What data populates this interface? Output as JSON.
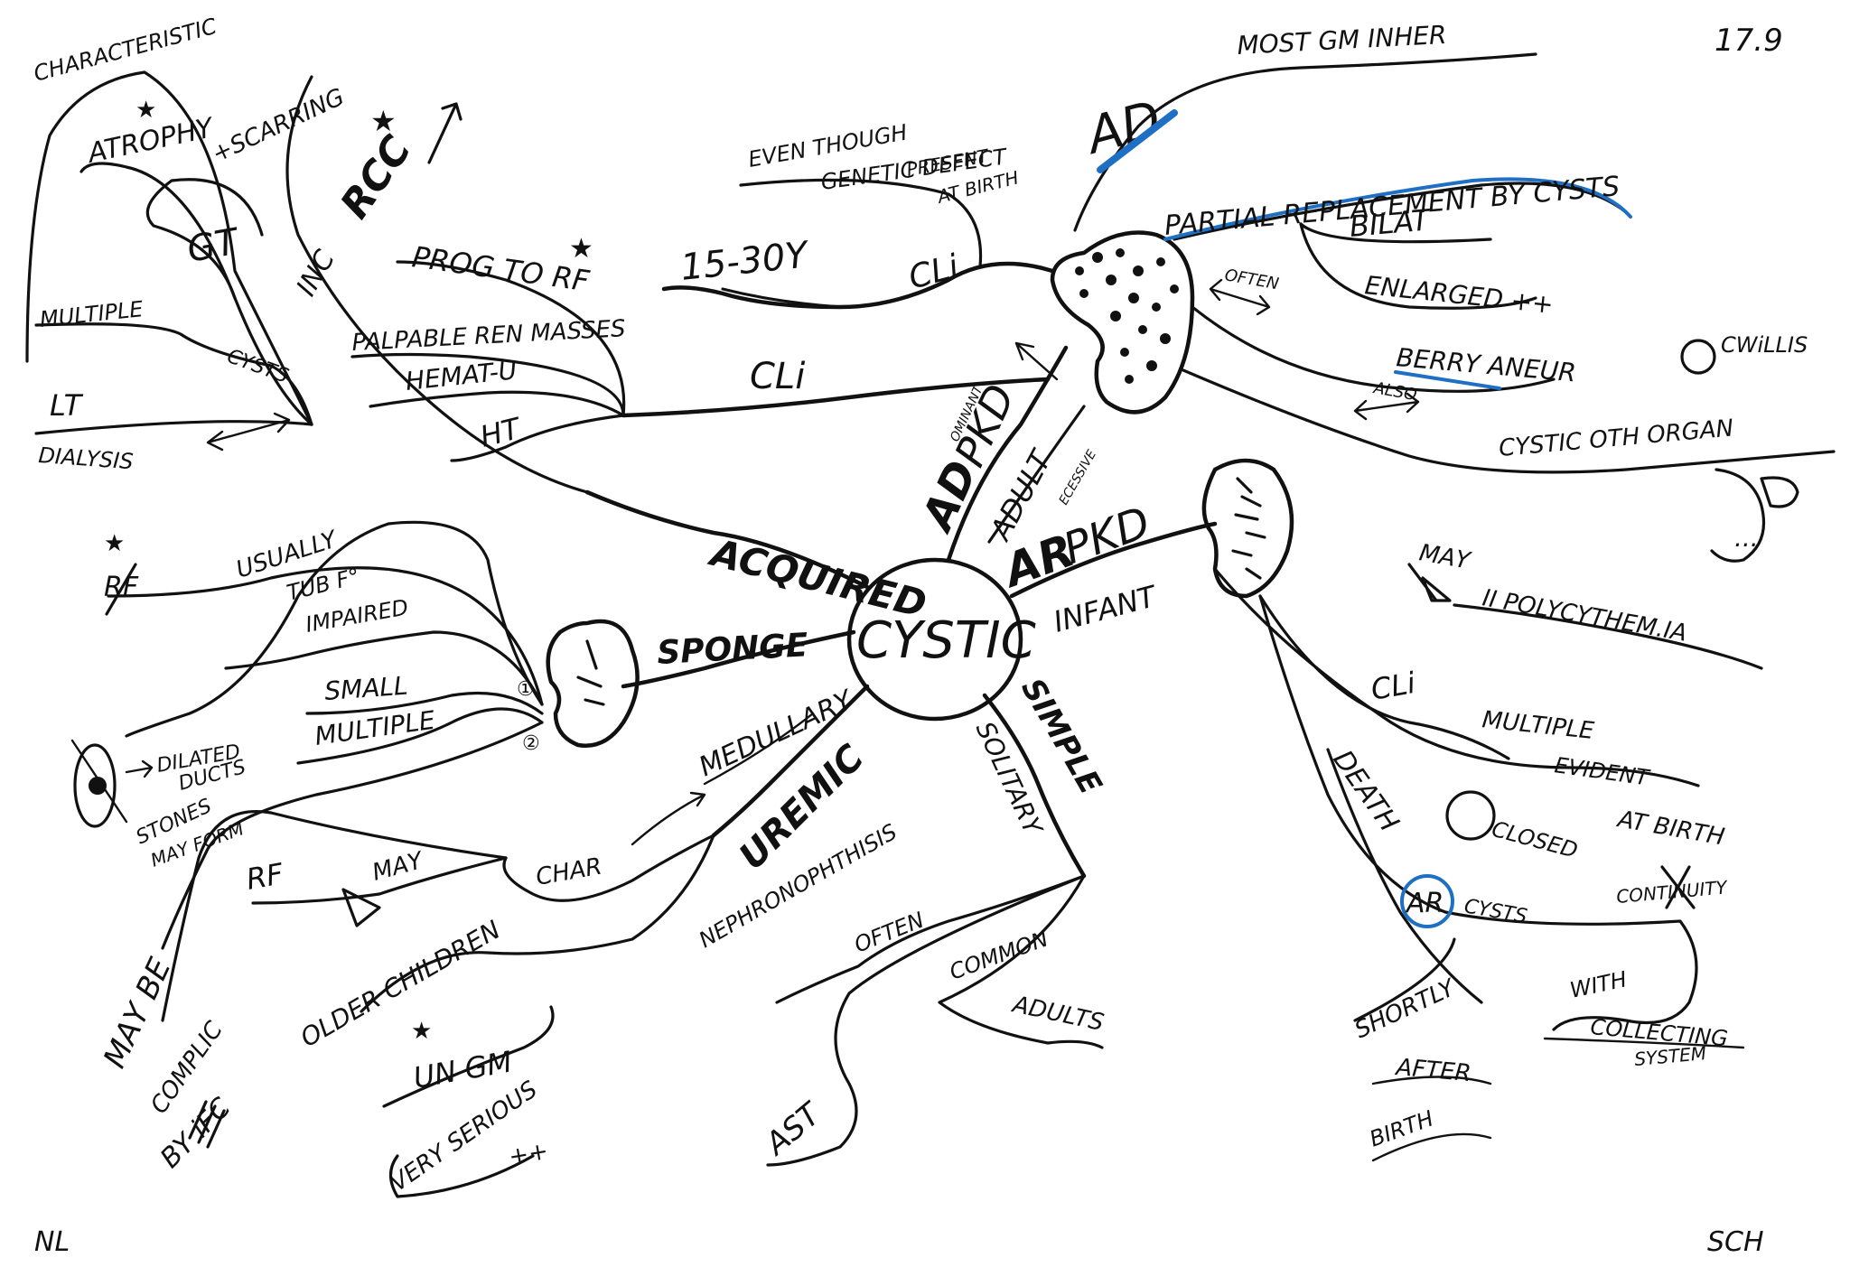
{
  "corner": {
    "page_number": "17.9",
    "left_initials": "NL",
    "right_initials": "SCH"
  },
  "center": {
    "label": "CYSTIC"
  },
  "branches": {
    "acquired": {
      "label": "ACQUIRED",
      "ci": "CLi",
      "notes": [
        "PROG TO RF",
        "PALPABLE REN MASSES",
        "HEMAT-U",
        "HT"
      ],
      "rcc": {
        "prefix": "INC",
        "label": "RCC"
      },
      "gt": "GT",
      "atrophy": "ATROPHY",
      "scarring": "+SCARRING",
      "characteristic": "CHARACTERISTIC",
      "multiple": "MULTIPLE",
      "cysts": "CYSTS",
      "lt": "LT",
      "dialysis": "DIALYSIS"
    },
    "adpkd": {
      "ad": "AD",
      "pkd": "PKD",
      "ominant": "OMINANT",
      "adult": "ADULT",
      "ci_upper": "CLi",
      "age": "15-30Y",
      "even_though": [
        "EVEN THOUGH",
        "GENETIC DEFECT",
        "PRESENT",
        "AT BIRTH"
      ],
      "ad_big": "AD",
      "most_gm": "MOST GM INHER",
      "partial": "PARTIAL REPLACEMENT BY CYSTS",
      "bilat": "BILAT",
      "enlarged": "ENLARGED ++",
      "often": "OFTEN",
      "berry": "BERRY ANEUR",
      "circle_w": "CWiLLIS",
      "also": "ALSO",
      "cystic_oth": "CYSTIC OTH ORGAN",
      "ellipsis": "..."
    },
    "arpkd": {
      "ar": "AR",
      "pkd": "PKD",
      "essive": "ECESSIVE",
      "infant": "INFANT",
      "may": "MAY",
      "polycythemia": "II POLYCYTHEM.IA",
      "ci": "CLi",
      "multiple": "MULTIPLE",
      "evident": "EVIDENT",
      "at_birth": "AT BIRTH",
      "closed": "CLOSED",
      "cysts": "CYSTS",
      "continuity": "CONTINUITY",
      "with": "WITH",
      "collecting": "COLLECTING",
      "system": "SYSTEM",
      "death": "DEATH",
      "ar_circle": "AR",
      "shortly": "SHORTLY",
      "after": "AFTER",
      "birth": "BIRTH"
    },
    "sponge": {
      "label": "SPONGE",
      "usually": "USUALLY",
      "rf": "RF",
      "tubf": "TUB F°",
      "impaired": "IMPAIRED",
      "small": "SMALL",
      "multiple": "MULTIPLE",
      "dilated": "DILATED",
      "ducts": "DUCTS",
      "stones": "STONES",
      "may_form": "MAY FORM",
      "mark1": "①",
      "mark2": "②"
    },
    "medullary": {
      "label": "MEDULLARY",
      "uremic": "UREMIC",
      "nephronophthisis": "NEPHRONOPHTHISIS",
      "char": "CHAR",
      "rf": "RF",
      "may": "MAY",
      "older_children": "OLDER CHILDREN",
      "ungm": "UN GM",
      "very_serious": "VERY SERIOUS",
      "plus": "++",
      "maybe": "MAY BE",
      "compl": "COMPLIC",
      "by_ifc": "BY iFC"
    },
    "simple": {
      "label": "SIMPLE",
      "solitary": "SOLITARY",
      "often": "OFTEN",
      "common": "COMMON",
      "adults": "ADULTS",
      "ast": "AST"
    }
  }
}
